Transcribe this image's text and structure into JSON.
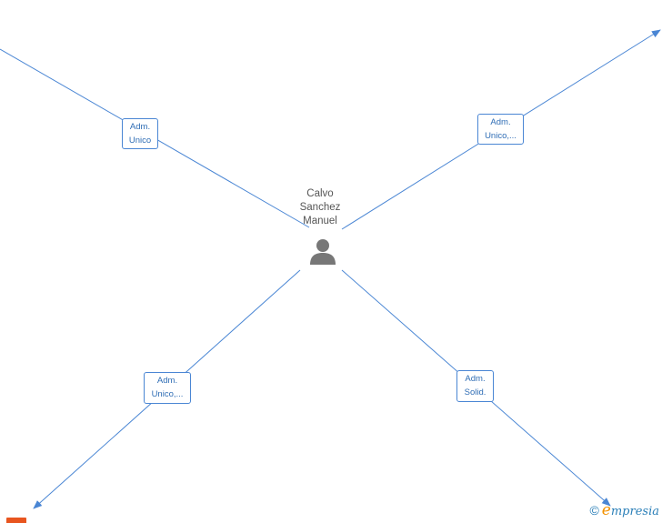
{
  "person": {
    "name_lines": [
      "Calvo",
      "Sanchez",
      "Manuel"
    ],
    "icon": "person-icon"
  },
  "edges": [
    {
      "id": "top-left",
      "label_lines": [
        "Adm.",
        "Unico"
      ]
    },
    {
      "id": "top-right",
      "label_lines": [
        "Adm.",
        "Unico,..."
      ]
    },
    {
      "id": "bottom-left",
      "label_lines": [
        "Adm.",
        "Unico,..."
      ]
    },
    {
      "id": "bottom-right",
      "label_lines": [
        "Adm.",
        "Solid."
      ]
    }
  ],
  "watermark": {
    "symbol": "©",
    "brand_first": "e",
    "brand_rest": "mpresia"
  },
  "colors": {
    "line": "#4a86d4",
    "label_text": "#2f6db5",
    "person": "#777777",
    "brand_orange": "#f29100",
    "brand_blue": "#2a7fb8"
  }
}
